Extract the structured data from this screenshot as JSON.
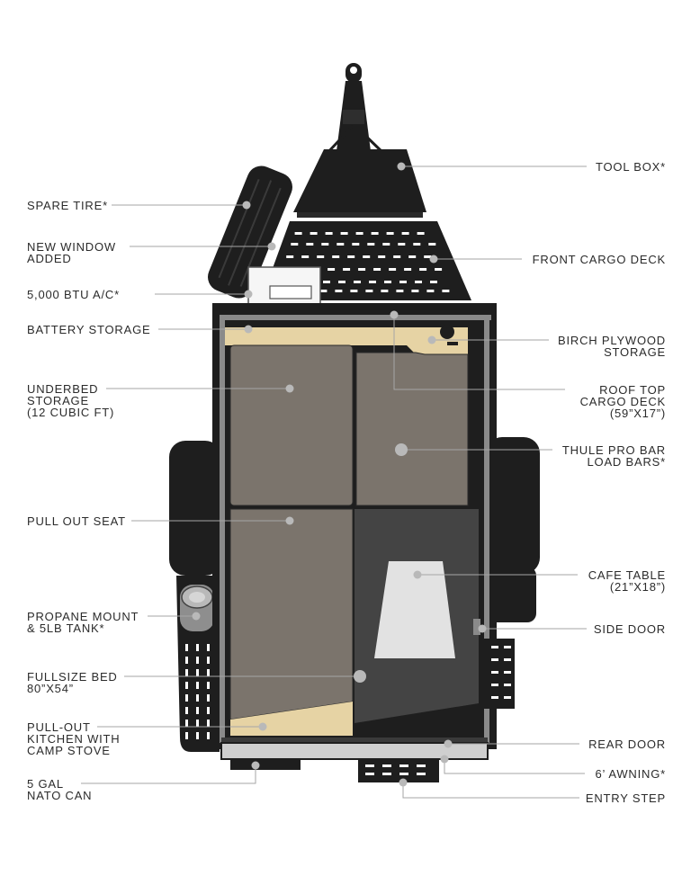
{
  "colors": {
    "frame": "#1e1e1e",
    "leader": "#a6a6a6",
    "dot": "#b9b9b9",
    "cushion": "#7b746c",
    "plywood": "#e6d3a4",
    "table": "#e2e2e2",
    "text": "#2b2b2b"
  },
  "callouts": [
    {
      "id": "spare-tire",
      "lines": [
        "SPARE TIRE*"
      ]
    },
    {
      "id": "new-window",
      "lines": [
        "NEW WINDOW",
        "ADDED"
      ]
    },
    {
      "id": "ac-unit",
      "lines": [
        "5,000 BTU A/C*"
      ]
    },
    {
      "id": "battery-storage",
      "lines": [
        "BATTERY STORAGE"
      ]
    },
    {
      "id": "underbed-storage",
      "lines": [
        "UNDERBED",
        "STORAGE",
        "(12 CUBIC FT)"
      ]
    },
    {
      "id": "pull-out-seat",
      "lines": [
        "PULL OUT SEAT"
      ]
    },
    {
      "id": "propane-mount",
      "lines": [
        "PROPANE MOUNT",
        "& 5LB TANK*"
      ]
    },
    {
      "id": "fullsize-bed",
      "lines": [
        "FULLSIZE BED",
        "80”X54”"
      ]
    },
    {
      "id": "pull-out-kitchen",
      "lines": [
        "PULL-OUT",
        "KITCHEN WITH",
        "CAMP STOVE"
      ]
    },
    {
      "id": "nato-can",
      "lines": [
        "5 GAL",
        "NATO CAN"
      ]
    },
    {
      "id": "tool-box",
      "lines": [
        "TOOL BOX*"
      ]
    },
    {
      "id": "front-cargo-deck",
      "lines": [
        "FRONT CARGO DECK"
      ]
    },
    {
      "id": "birch-plywood",
      "lines": [
        "BIRCH PLYWOOD",
        "STORAGE"
      ]
    },
    {
      "id": "roof-top-cargo-deck",
      "lines": [
        "ROOF TOP",
        "CARGO DECK",
        "(59”X17”)"
      ]
    },
    {
      "id": "thule-load-bars",
      "lines": [
        "THULE PRO BAR",
        "LOAD BARS*"
      ]
    },
    {
      "id": "cafe-table",
      "lines": [
        "CAFE TABLE",
        "(21”X18”)"
      ]
    },
    {
      "id": "side-door",
      "lines": [
        "SIDE DOOR"
      ]
    },
    {
      "id": "rear-door",
      "lines": [
        "REAR DOOR"
      ]
    },
    {
      "id": "awning",
      "lines": [
        "6’ AWNING*"
      ]
    },
    {
      "id": "entry-step",
      "lines": [
        "ENTRY STEP"
      ]
    }
  ]
}
